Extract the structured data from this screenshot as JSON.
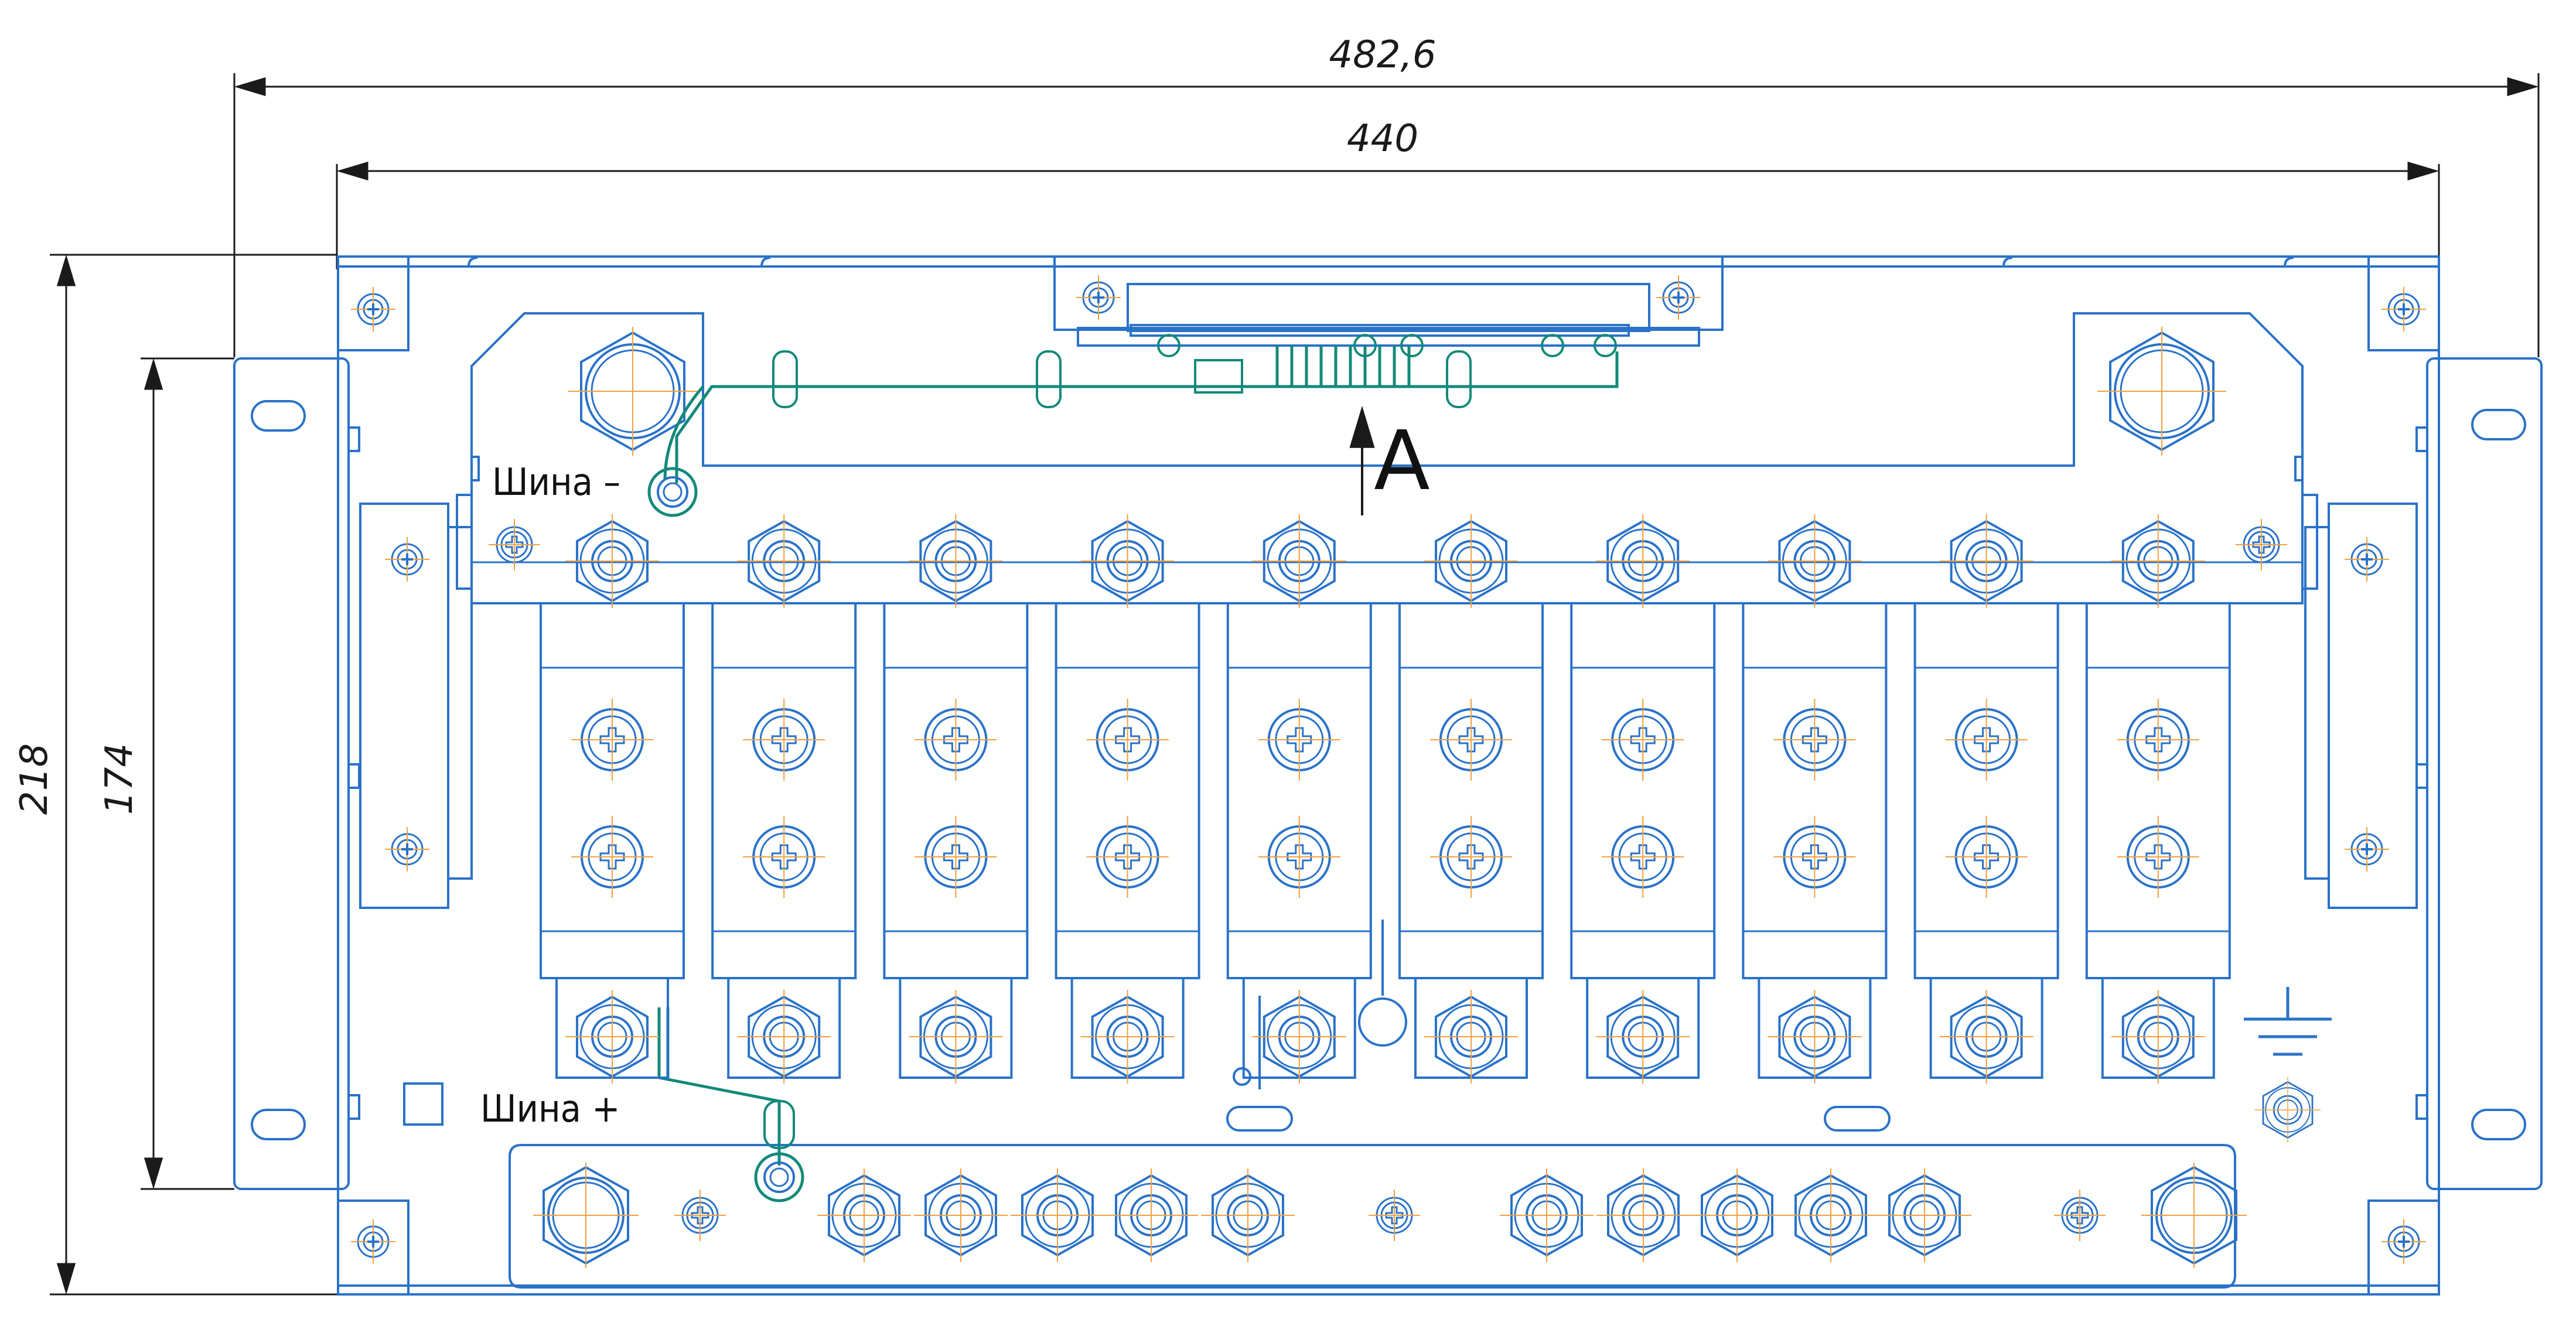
{
  "dimensions": {
    "overall_width": "482,6",
    "inner_width": "440",
    "overall_height": "218",
    "inner_height": "174"
  },
  "labels": {
    "bus_minus": "Шина –",
    "bus_plus": "Шина +",
    "view_marker": "A"
  },
  "modules": {
    "count": 10
  },
  "colors": {
    "outline": "#2a72c8",
    "wire": "#13897a",
    "dimension": "#1a1a1a",
    "centerline": "#f0a040"
  }
}
